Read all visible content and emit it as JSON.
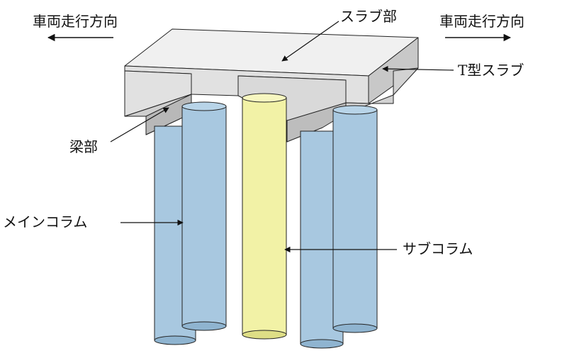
{
  "labels": {
    "direction_left": "車両走行方向",
    "direction_right": "車両走行方向",
    "slab_part": "スラブ部",
    "t_slab": "T型スラブ",
    "beam_part": "梁部",
    "main_column": "メインコラム",
    "sub_column": "サブコラム"
  },
  "colors": {
    "slab_top": "#f0f0f0",
    "slab_front": "#e1e1e1",
    "slab_side": "#c8c8c8",
    "slab_under": "#b4b4b4",
    "main_column": "#a8c8e0",
    "main_column_shade": "#8fb4d0",
    "sub_column": "#f2f2a6",
    "sub_column_shade": "#dede86",
    "outline": "#222222"
  }
}
